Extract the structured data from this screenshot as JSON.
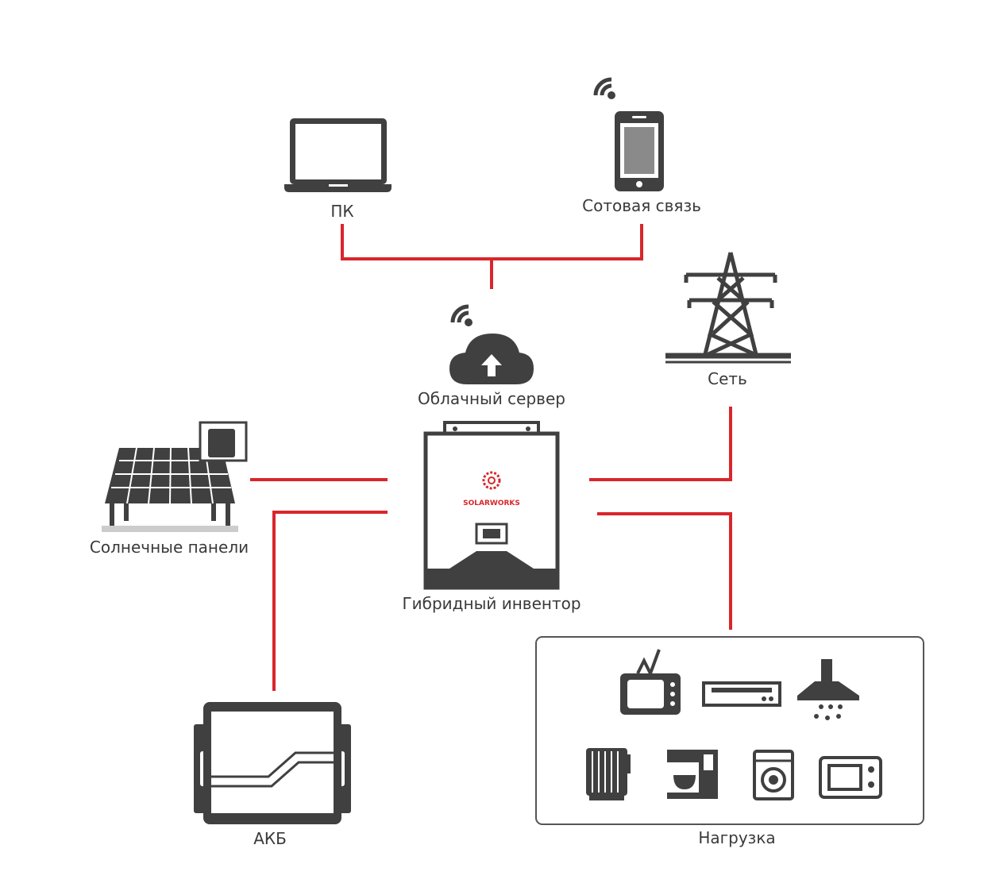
{
  "nodes": {
    "pc": {
      "label": "ПК",
      "icon": "laptop-icon"
    },
    "mobile": {
      "label": "Сотовая связь",
      "icon": "smartphone-icon"
    },
    "cloud": {
      "label": "Облачный сервер",
      "icon": "cloud-upload-icon"
    },
    "grid": {
      "label": "Сеть",
      "icon": "power-tower-icon"
    },
    "solar": {
      "label": "Солнечные панели",
      "icon": "solar-panel-icon"
    },
    "inverter": {
      "label": "Гибридный инвентор",
      "icon": "inverter-icon",
      "brand": "SOLARWORKS"
    },
    "battery": {
      "label": "АКБ",
      "icon": "battery-icon"
    },
    "load": {
      "label": "Нагрузка",
      "appliances": [
        "tv-icon",
        "dvd-player-icon",
        "range-hood-icon",
        "oil-heater-icon",
        "coffee-machine-icon",
        "washing-machine-icon",
        "microwave-icon"
      ]
    }
  },
  "colors": {
    "line": "#d9262b",
    "icon": "#404040",
    "text": "#3a3a3a",
    "brand_accent": "#d9262b"
  }
}
